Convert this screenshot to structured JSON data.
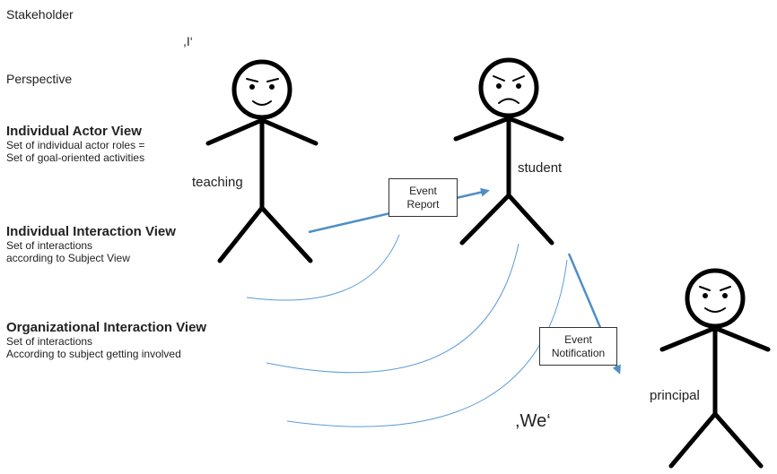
{
  "left_panel": {
    "stakeholder": "Stakeholder",
    "perspective": "Perspective",
    "views": [
      {
        "title": "Individual Actor View",
        "lines": [
          "Set of individual actor roles =",
          "Set of goal-oriented activities"
        ]
      },
      {
        "title": "Individual Interaction View",
        "lines": [
          "Set of interactions",
          "according to Subject View"
        ]
      },
      {
        "title": "Organizational Interaction View",
        "lines": [
          "Set of interactions",
          "According to subject getting involved"
        ]
      }
    ]
  },
  "quotes": {
    "i": ",I‘",
    "we": ",We‘"
  },
  "actors": {
    "teaching": "teaching",
    "student": "student",
    "principal": "principal"
  },
  "events": {
    "report": {
      "line1": "Event",
      "line2": "Report"
    },
    "notification": {
      "line1": "Event",
      "line2": "Notification"
    }
  },
  "colors": {
    "arrow": "#4f8fc6",
    "arc": "#5b9bd5",
    "figure": "#000000"
  }
}
